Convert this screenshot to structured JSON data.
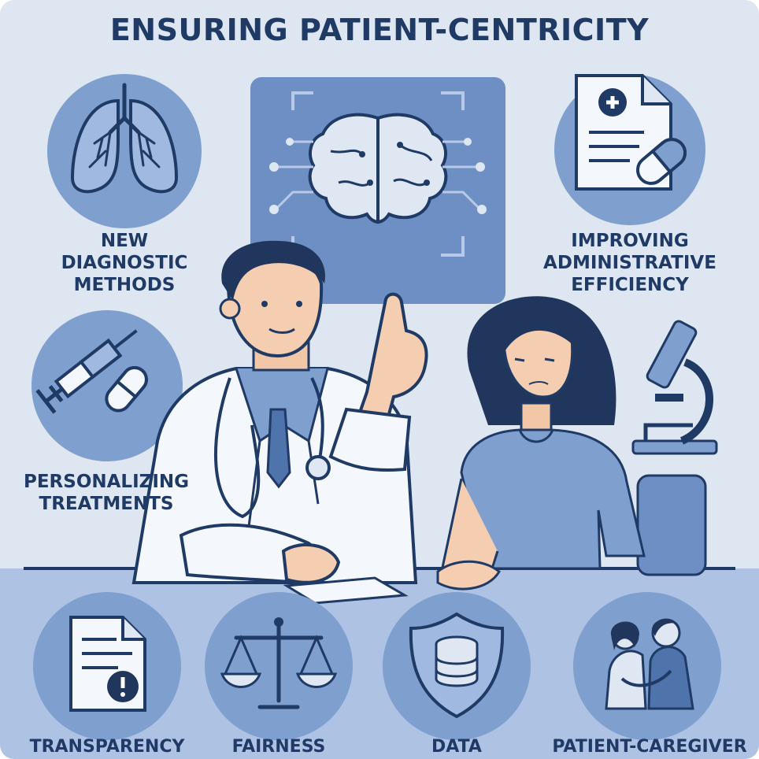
{
  "title": "ENSURING PATIENT-CENTRICITY",
  "features": {
    "diagnostic": {
      "icon": "lungs-icon",
      "lines": [
        "NEW",
        "DIAGNOSTIC",
        "METHODS"
      ]
    },
    "administrative": {
      "icon": "medical-document-pill-icon",
      "lines": [
        "IMPROVING",
        "ADMINISTRATIVE",
        "EFFICIENCY"
      ]
    },
    "personalizing": {
      "icon": "syringe-pill-icon",
      "lines": [
        "PERSONALIZING",
        "TREATMENTS"
      ]
    },
    "center": {
      "icon": "ai-brain-circuit-icon"
    },
    "microscope": {
      "icon": "microscope-icon"
    }
  },
  "principles": [
    {
      "label": "TRANSPARENCY",
      "icon": "document-alert-icon"
    },
    {
      "label": "FAIRNESS",
      "icon": "scales-icon"
    },
    {
      "label": "DATA",
      "icon": "shield-database-icon"
    },
    {
      "label": "PATIENT-CAREGIVER",
      "icon": "embrace-icon"
    }
  ],
  "colors": {
    "background": "#dde6f1",
    "navy": "#203a66",
    "circle": "#7f9fcf",
    "panel": "#6e8fc4",
    "light_blue": "#b7c9e6"
  }
}
